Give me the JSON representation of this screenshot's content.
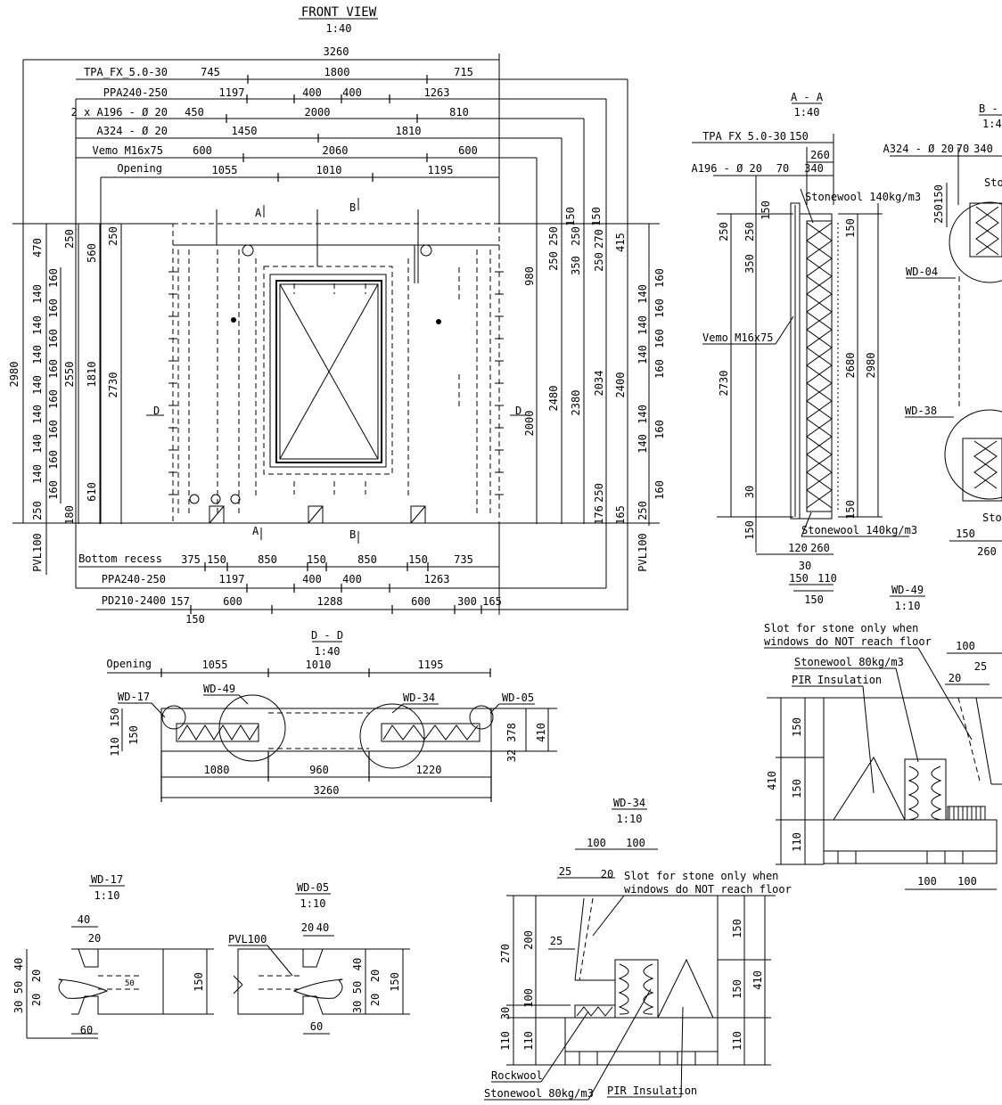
{
  "front_view": {
    "title": "FRONT VIEW",
    "scale": "1:40",
    "total_width": "3260",
    "rows": [
      {
        "label": "TPA_FX_5.0-30",
        "values": [
          "745",
          "1800",
          "715"
        ]
      },
      {
        "label": "PPA240-250",
        "values": [
          "1197",
          "400",
          "400",
          "1263"
        ]
      },
      {
        "label": "2 x A196 - Ø 20",
        "values": [
          "450",
          "2000",
          "810"
        ]
      },
      {
        "label": "A324 - Ø 20",
        "values": [
          "1450",
          "1810"
        ]
      },
      {
        "label": "Vemo M16x75",
        "values": [
          "600",
          "2060",
          "600"
        ]
      },
      {
        "label": "Opening",
        "values": [
          "1055",
          "1010",
          "1195"
        ]
      }
    ],
    "bottom_rows": [
      {
        "label": "Bottom recess",
        "values": [
          "375",
          "150",
          "850",
          "150",
          "850",
          "150",
          "735"
        ]
      },
      {
        "label": "PPA240-250",
        "values": [
          "1197",
          "400",
          "400",
          "1263"
        ]
      },
      {
        "label": "PD210-2400",
        "values": [
          "157",
          "600",
          "1288",
          "600",
          "300",
          "165"
        ]
      }
    ],
    "bottom_extra": "150",
    "left_dims": {
      "col1": [
        "2980"
      ],
      "col2": [
        "470",
        "160",
        "160",
        "160",
        "160",
        "160",
        "160",
        "160",
        "160",
        "250"
      ],
      "col2b": [
        "140",
        "140",
        "140",
        "140",
        "140",
        "140",
        "140"
      ],
      "col3": [
        "2550"
      ],
      "col3b": [
        "250",
        "560",
        "1810",
        "610",
        "180"
      ],
      "col4": [
        "250",
        "2730"
      ],
      "pvl": "PVL100"
    },
    "right_dims": {
      "a": [
        "980",
        "2000"
      ],
      "b": [
        "150",
        "250",
        "250",
        "2480"
      ],
      "c": [
        "150",
        "250",
        "350",
        "2380"
      ],
      "d": [
        "270",
        "250",
        "2034",
        "250",
        "176"
      ],
      "e": [
        "415",
        "2400",
        "165"
      ],
      "f": [
        "140",
        "140",
        "140",
        "140",
        "140",
        "250",
        "160",
        "160",
        "160",
        "160",
        "160",
        "160"
      ],
      "pvl": "PVL100"
    },
    "section_marks": [
      "A",
      "B",
      "A",
      "B",
      "D",
      "D"
    ]
  },
  "section_aa": {
    "title": "A - A",
    "scale": "1:40",
    "labels": [
      "TPA_FX_5.0-30",
      "A196 - Ø 20",
      "Stonewool 140kg/m3",
      "Vemo M16x75",
      "Stonewool 140kg/m3"
    ],
    "dims_top": [
      "150",
      "260",
      "70",
      "340"
    ],
    "dims_left": [
      "150",
      "250",
      "250",
      "350",
      "2730",
      "30",
      "150"
    ],
    "dims_right": [
      "150",
      "2680",
      "2980",
      "150"
    ],
    "dims_bottom": [
      "120",
      "260",
      "30",
      "150",
      "110",
      "150"
    ]
  },
  "section_bb": {
    "title": "B - B",
    "scale": "1:40",
    "labels": [
      "A324 - Ø 20",
      "Sto",
      "WD-04",
      "WD-38",
      "Sto"
    ],
    "dims_top": [
      "70",
      "340"
    ],
    "dims_left": [
      "150",
      "250"
    ],
    "dims_bottom": [
      "150",
      "260"
    ]
  },
  "section_dd": {
    "title": "D - D",
    "scale": "1:40",
    "opening_label": "Opening",
    "opening": [
      "1055",
      "1010",
      "1195"
    ],
    "details": [
      "WD-17",
      "WD-49",
      "WD-34",
      "WD-05"
    ],
    "bottom": [
      "1080",
      "960",
      "1220"
    ],
    "total": "3260",
    "left": [
      "150",
      "110",
      "150"
    ],
    "right": [
      "378",
      "32",
      "410"
    ]
  },
  "wd49": {
    "title": "WD-49",
    "scale": "1:10",
    "labels": [
      "Slot for stone only when",
      "windows do NOT reach floor",
      "Stonewool 80kg/m3",
      "PIR Insulation"
    ],
    "dims_top": [
      "100",
      "20",
      "25"
    ],
    "dims_left": [
      "150",
      "150",
      "110",
      "410"
    ],
    "dims_bottom": [
      "100",
      "100"
    ]
  },
  "wd34": {
    "title": "WD-34",
    "scale": "1:10",
    "labels": [
      "Slot for stone only when",
      "windows do NOT reach floor",
      "Rockwool",
      "Stonewool 80kg/m3",
      "PIR Insulation"
    ],
    "dims_top": [
      "100",
      "100",
      "25",
      "20"
    ],
    "dims_left": [
      "270",
      "200",
      "100",
      "30",
      "110",
      "110",
      "25"
    ],
    "dims_right": [
      "150",
      "150",
      "110",
      "410"
    ]
  },
  "wd17": {
    "title": "WD-17",
    "scale": "1:10",
    "dims": [
      "40",
      "20",
      "40",
      "50",
      "30",
      "20",
      "20",
      "60",
      "150"
    ]
  },
  "wd05": {
    "title": "WD-05",
    "scale": "1:10",
    "label": "PVL100",
    "dims": [
      "20",
      "40",
      "40",
      "50",
      "30",
      "20",
      "20",
      "60",
      "150"
    ]
  }
}
